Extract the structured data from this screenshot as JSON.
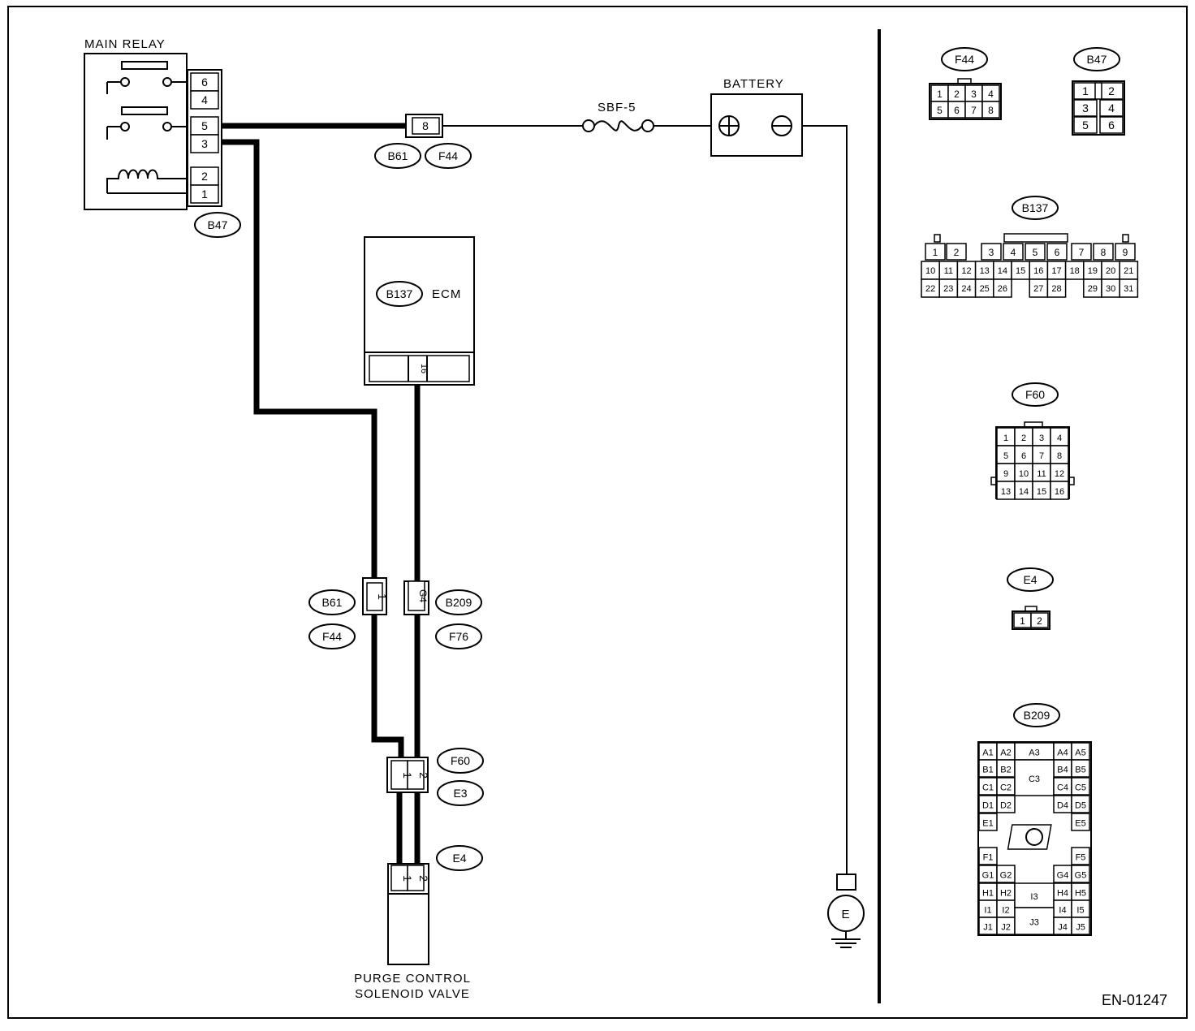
{
  "labels": {
    "main_relay": "MAIN RELAY",
    "battery": "BATTERY",
    "fuse": "SBF-5",
    "ecm": "ECM",
    "solenoid_line1": "PURGE CONTROL",
    "solenoid_line2": "SOLENOID VALVE",
    "ground": "E",
    "diagram_id": "EN-01247"
  },
  "relay_pins": [
    "6",
    "4",
    "5",
    "3",
    "2",
    "1"
  ],
  "tags": {
    "relay_connector": "B47",
    "fuse_conn_left": "B61",
    "fuse_conn_right": "F44",
    "ecm_connector": "B137",
    "conn_a_top": "B61",
    "conn_a_bottom": "F44",
    "conn_b_top": "B209",
    "conn_b_bottom": "F76",
    "sol_conn_top": "F60",
    "sol_conn_bottom": "E3",
    "valve_connector": "E4"
  },
  "pins": {
    "fuse_conn": "8",
    "ecm": "16",
    "conn_a": "1",
    "conn_b": "G4",
    "sol_conn": [
      "1",
      "2"
    ],
    "valve": [
      "1",
      "2"
    ]
  },
  "legend": {
    "f44": {
      "title": "F44",
      "rows": [
        [
          "1",
          "2",
          "3",
          "4"
        ],
        [
          "5",
          "6",
          "7",
          "8"
        ]
      ]
    },
    "b47": {
      "title": "B47",
      "rows": [
        [
          "1",
          "2"
        ],
        [
          "3",
          "4"
        ],
        [
          "5",
          "6"
        ]
      ]
    },
    "b137": {
      "title": "B137",
      "rows": [
        [
          "1",
          "2",
          "",
          "3",
          "4",
          "5",
          "6",
          "7",
          "8",
          "9"
        ],
        [
          "10",
          "11",
          "12",
          "13",
          "14",
          "15",
          "16",
          "17",
          "18",
          "19",
          "20",
          "21"
        ],
        [
          "22",
          "23",
          "24",
          "25",
          "26",
          "",
          "27",
          "28",
          "",
          "29",
          "30",
          "31"
        ]
      ]
    },
    "f60": {
      "title": "F60",
      "rows": [
        [
          "1",
          "2",
          "3",
          "4"
        ],
        [
          "5",
          "6",
          "7",
          "8"
        ],
        [
          "9",
          "10",
          "11",
          "12"
        ],
        [
          "13",
          "14",
          "15",
          "16"
        ]
      ]
    },
    "e4": {
      "title": "E4",
      "rows": [
        [
          "1",
          "2"
        ]
      ]
    },
    "b209": {
      "title": "B209",
      "cells": [
        "A1",
        "A2",
        "A3",
        "A4",
        "A5",
        "B1",
        "B2",
        "B4",
        "B5",
        "C1",
        "C2",
        "C3",
        "C4",
        "C5",
        "D1",
        "D2",
        "D4",
        "D5",
        "E1",
        "E5",
        "F1",
        "F5",
        "G1",
        "G2",
        "G4",
        "G5",
        "H1",
        "H2",
        "H4",
        "H5",
        "I1",
        "I2",
        "I3",
        "I4",
        "I5",
        "J1",
        "J2",
        "J3",
        "J4",
        "J5"
      ]
    }
  }
}
